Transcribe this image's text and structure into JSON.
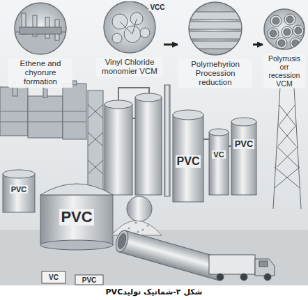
{
  "diagram": {
    "caption": "شکل ۲-شماتیک تولیدPVC",
    "nodes": [
      {
        "text": [
          "Ethene and chyorure formation"
        ]
      },
      {
        "text": [
          "Vinyl Chloride monomier VCM"
        ]
      },
      {
        "text": [
          "Polymehyrion Procession reduction"
        ]
      },
      {
        "text": [
          "Polyrrusis orr recession VCM"
        ]
      }
    ],
    "edges": [
      {
        "from": 1,
        "to": 2,
        "arrow": "to"
      },
      {
        "from": 2,
        "to": 3,
        "arrow": "to"
      }
    ],
    "labels": [
      "VCC",
      "PVC",
      "PVC",
      "PVC",
      "VC",
      "PVC",
      "VC",
      "PVC"
    ]
  }
}
